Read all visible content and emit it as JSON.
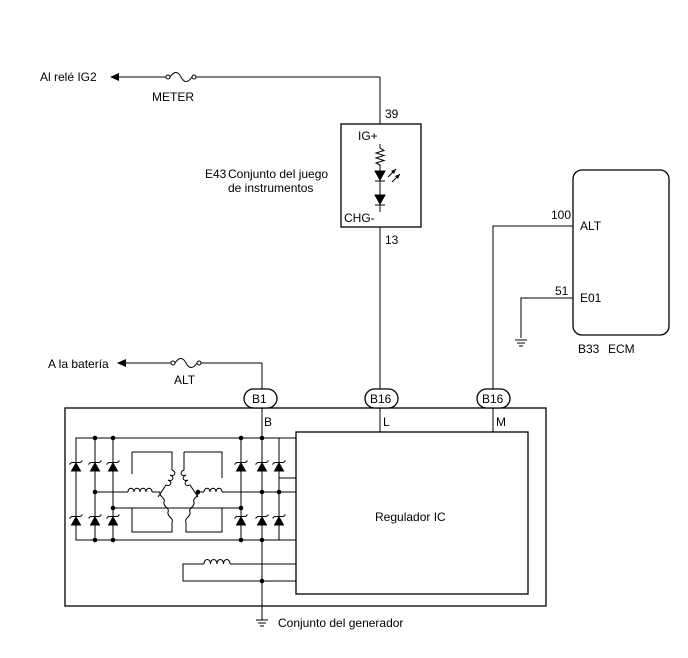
{
  "labels": {
    "to_ig2_relay": "Al relé IG2",
    "fuse_meter": "METER",
    "pin_39": "39",
    "pin_ig_plus": "IG+",
    "e43_code": "E43",
    "e43_name_line1": "Conjunto del juego",
    "e43_name_line2": "de instrumentos",
    "pin_chg_minus": "CHG-",
    "pin_13": "13",
    "pin_100": "100",
    "pin_alt": "ALT",
    "pin_51": "51",
    "pin_e01": "E01",
    "b33_code": "B33",
    "ecm_name": "ECM",
    "to_battery": "A la batería",
    "fuse_alt": "ALT",
    "connector_b1": "B1",
    "connector_b16_l": "B16",
    "connector_b16_m": "B16",
    "term_b": "B",
    "term_l": "L",
    "term_m": "M",
    "regulator": "Regulador IC",
    "generator": "Conjunto del generador"
  }
}
